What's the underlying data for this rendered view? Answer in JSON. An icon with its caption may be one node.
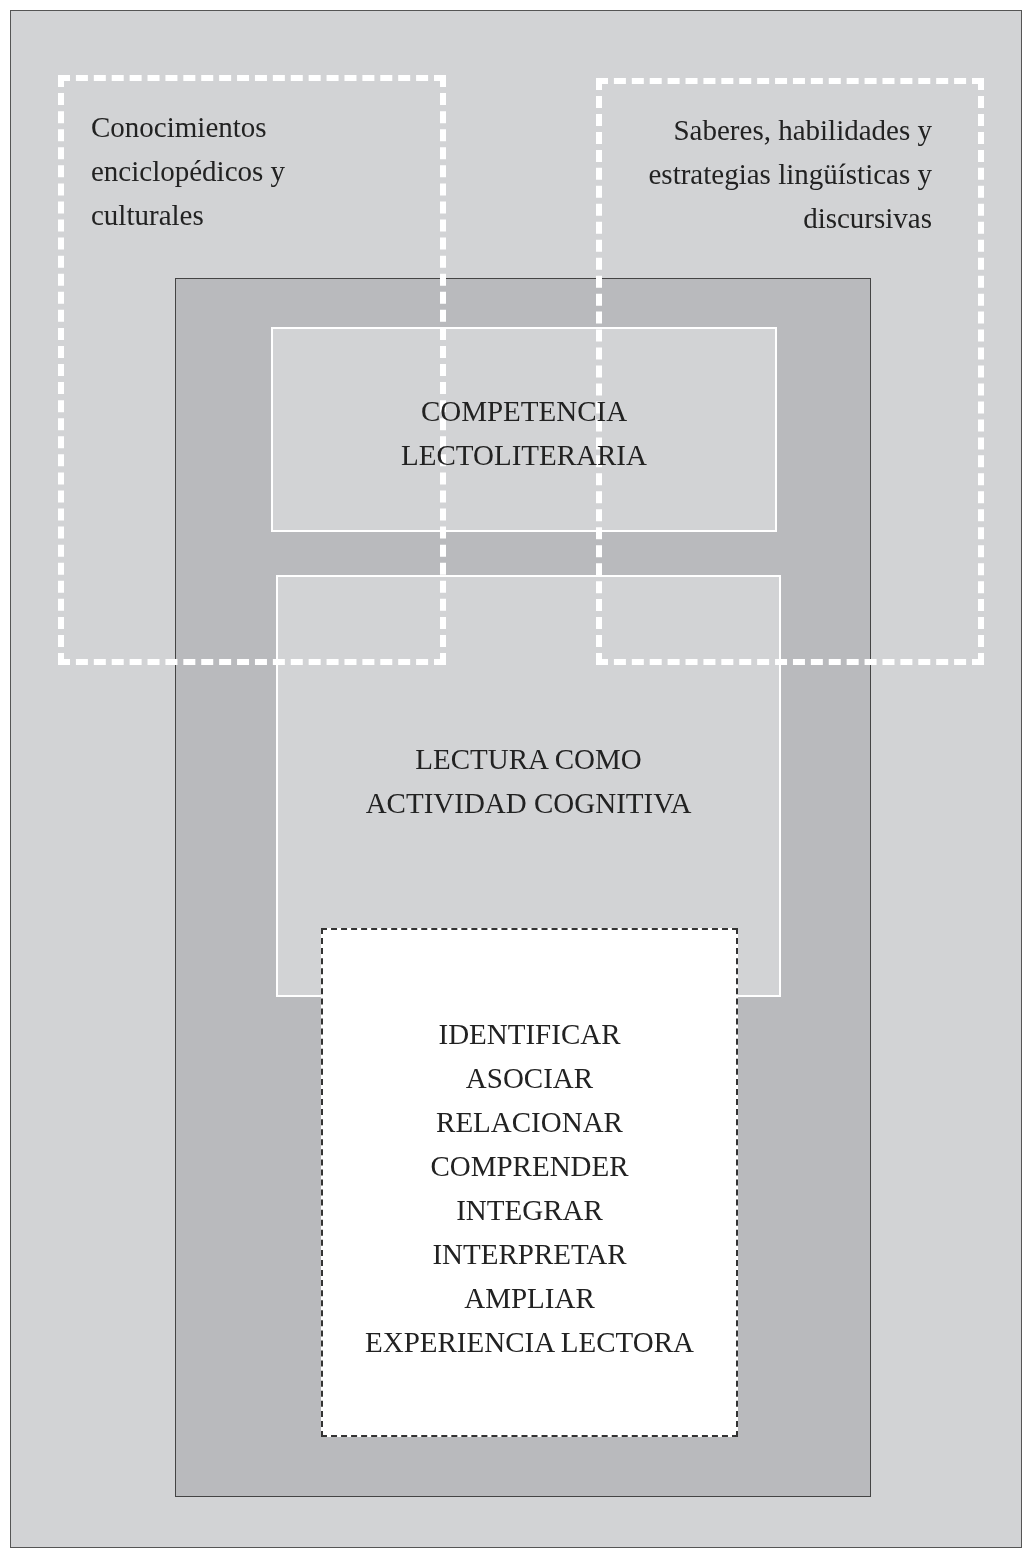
{
  "diagram": {
    "nodes": [
      {
        "text": [
          "Conocimientos enciclopédicos y culturales"
        ]
      },
      {
        "text": [
          "Saberes, habilidades y estrategias lingüísticas y discursivas"
        ]
      },
      {
        "text": [],
        "shape": "box"
      },
      {
        "text": [
          "COMPETENCIA LECTOLITERARIA"
        ],
        "in": 2
      },
      {
        "text": [
          "LECTURA COMO ACTIVIDAD COGNITIVA"
        ],
        "in": 2
      },
      {
        "text": [
          "IDENTIFICAR",
          "ASOCIAR",
          "RELACIONAR",
          "COMPRENDER",
          "INTEGRAR",
          "INTERPRETAR",
          "AMPLIAR",
          "EXPERIENCIA LECTORA"
        ],
        "in": 2
      }
    ],
    "edges": []
  }
}
